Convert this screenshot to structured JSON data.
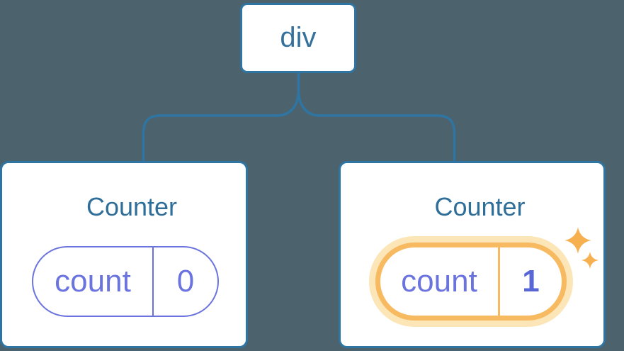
{
  "diagram": {
    "description": "React component tree with state update",
    "background_color": "#4C626D",
    "root": {
      "label": "div"
    },
    "children": [
      {
        "title": "Counter",
        "state_key": "count",
        "state_value": "0",
        "updated": false
      },
      {
        "title": "Counter",
        "state_key": "count",
        "state_value": "1",
        "updated": true
      }
    ],
    "colors": {
      "node_stroke_blue": "#2F75A3",
      "node_text_blue": "#2E6E99",
      "state_purple": "#6B74DE",
      "updated_value_purple": "#5966D6",
      "highlight_orange": "#F8BA60",
      "highlight_halo": "#FCE5B7",
      "sparkle_orange": "#F7B050",
      "card_background": "#FFFFFF"
    }
  }
}
